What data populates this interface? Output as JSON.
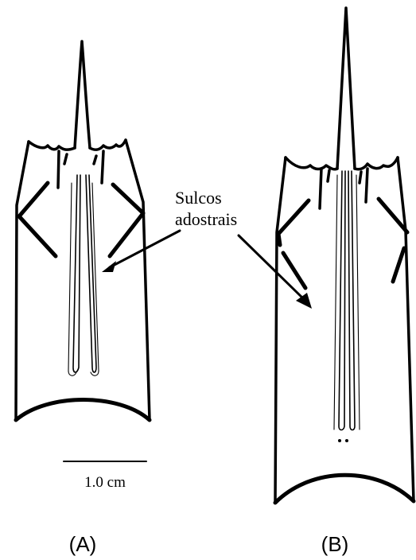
{
  "annotation": {
    "line1": "Sulcos",
    "line2": "adostrais"
  },
  "scale_bar": {
    "label": "1.0 cm"
  },
  "panels": [
    {
      "label": "(A)"
    },
    {
      "label": "(B)"
    }
  ]
}
